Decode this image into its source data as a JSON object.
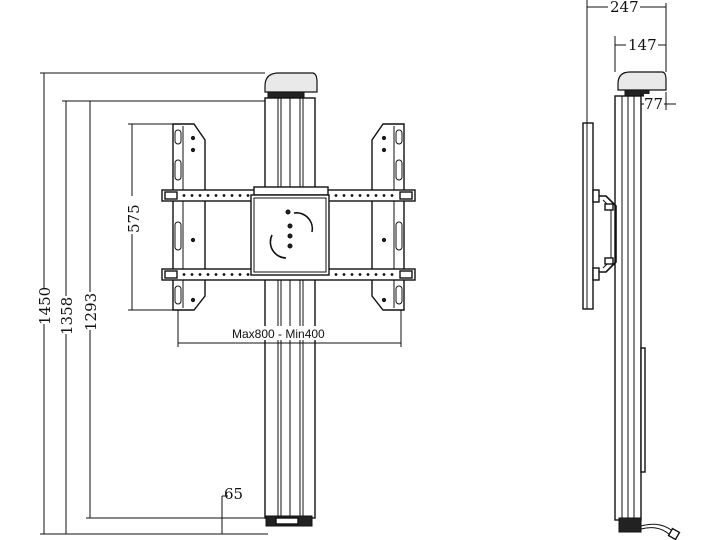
{
  "dimensions": {
    "total_height": "1450",
    "height_mid": "1358",
    "height_low": "1293",
    "bracket_height": "575",
    "vesa_range": "Max800 - Min400",
    "base_offset": "65",
    "side_depth_total": "247",
    "side_depth_column": "147",
    "side_top_cap": "77"
  }
}
